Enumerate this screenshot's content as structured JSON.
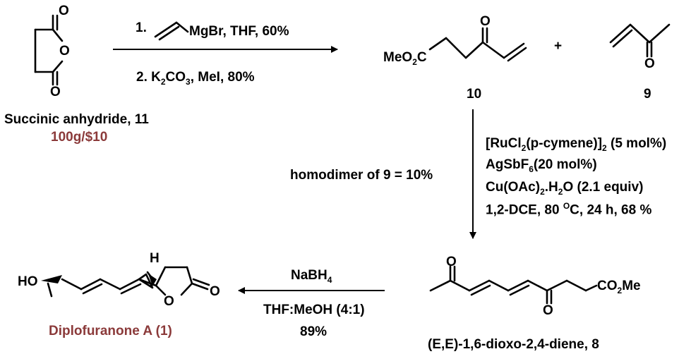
{
  "colors": {
    "accent": "#8b3a3a",
    "ink": "#000000",
    "background": "#ffffff"
  },
  "step1": {
    "reagent_line1_num": "1.",
    "reagent_line1_text": "MgBr, THF, 60%",
    "reagent_line2_a": "2. K",
    "reagent_line2_sub1": "2",
    "reagent_line2_b": "CO",
    "reagent_line2_sub2": "3",
    "reagent_line2_c": ", MeI, 80%"
  },
  "succinic_anhydride": {
    "o_top": "O",
    "o_ring": "O",
    "o_bottom": "O",
    "name": "Succinic anhydride, 11",
    "price": "100g/$10"
  },
  "compound10": {
    "meo": "MeO",
    "meo_sub": "2",
    "c_label": "C",
    "o_label": "O",
    "number": "10"
  },
  "plus": "+",
  "compound9": {
    "o_label": "O",
    "number": "9"
  },
  "step2": {
    "side_note": "homodimer of 9 = 10%",
    "cond_line1_a": "[RuCl",
    "cond_line1_sub1": "2",
    "cond_line1_b": "(p-cymene)]",
    "cond_line1_sub2": "2",
    "cond_line1_c": " (5 mol%)",
    "cond_line2_a": "AgSbF",
    "cond_line2_sub": "6",
    "cond_line2_b": "(20 mol%)",
    "cond_line3_a": "Cu(OAc)",
    "cond_line3_sub": "2",
    "cond_line3_b": ".H",
    "cond_line3_sub2": "2",
    "cond_line3_c": "O (2.1 equiv)",
    "cond_line4_a": "1,2-DCE, 80 ",
    "cond_line4_sup": "O",
    "cond_line4_b": "C, 24 h, 68 %"
  },
  "compound8": {
    "o_top": "O",
    "o_bottom": "O",
    "co2me_a": "CO",
    "co2me_sub": "2",
    "co2me_b": "Me",
    "name_italic": "(E,E)",
    "name_rest": "-1,6-dioxo-2,4-diene, 8"
  },
  "step3": {
    "reagent_a": "NaBH",
    "reagent_sub": "4",
    "solvent": "THF:MeOH (4:1)",
    "yield": "89%"
  },
  "diplofuranone": {
    "h_label": "H",
    "ho_label": "HO",
    "o_ring": "O",
    "o_carbonyl": "O",
    "name": "Diplofuranone A (1)"
  }
}
